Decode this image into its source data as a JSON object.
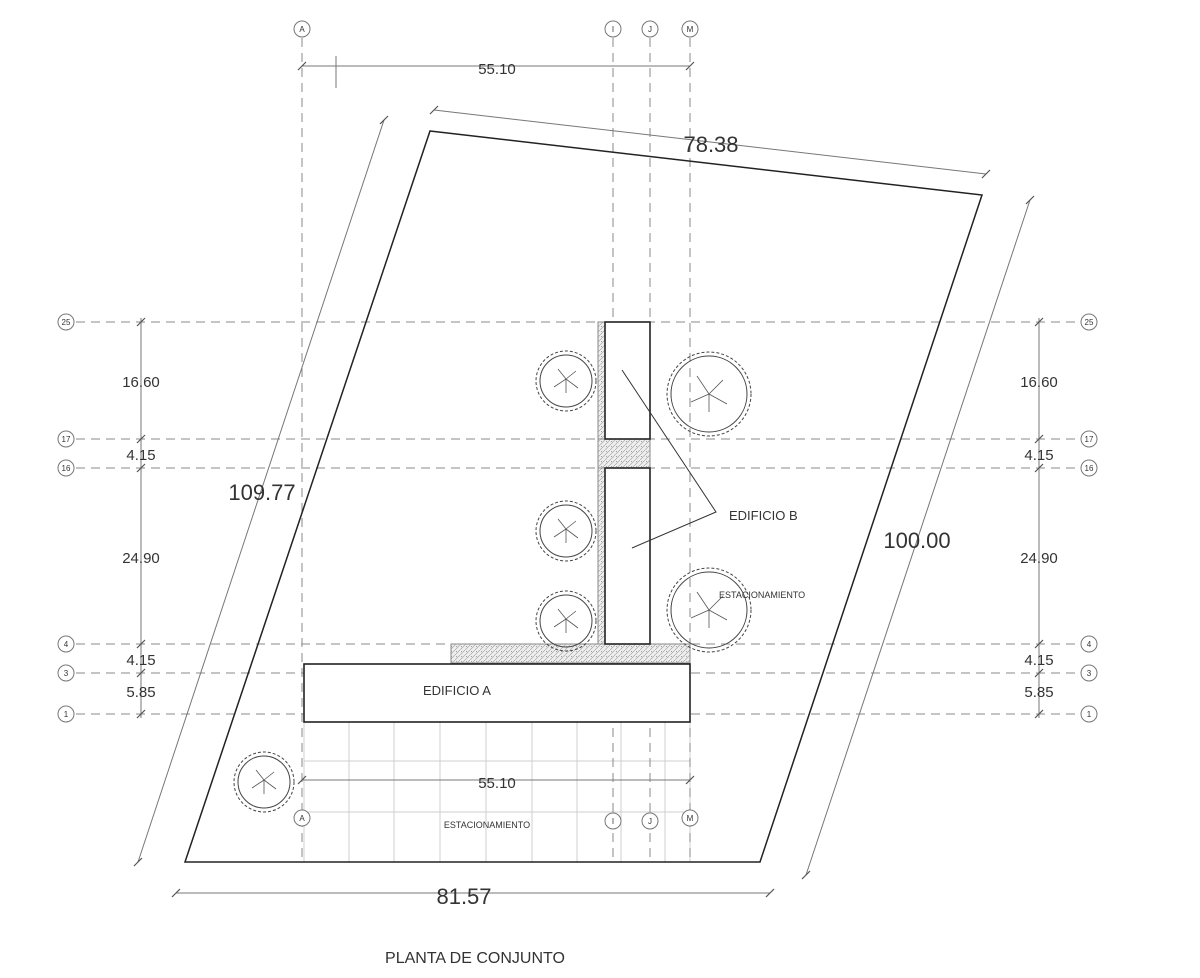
{
  "title": "PLANTA DE CONJUNTO",
  "buildings": {
    "a_label": "EDIFICIO A",
    "b_label": "EDIFICIO B"
  },
  "parking": {
    "label_right": "ESTACIONAMIENTO",
    "label_bottom": "ESTACIONAMIENTO"
  },
  "site_dimensions": {
    "top": "78.38",
    "bottom": "81.57",
    "left": "109.77",
    "right": "100.00"
  },
  "column_dimensions": {
    "top": "55.10",
    "bottom": "55.10"
  },
  "grid_columns": [
    "A",
    "I",
    "J",
    "M"
  ],
  "grid_rows": [
    "25",
    "17",
    "16",
    "4",
    "3",
    "1"
  ],
  "row_dimensions": {
    "left": [
      "16.60",
      "4.15",
      "24.90",
      "4.15",
      "5.85"
    ],
    "right": [
      "16.60",
      "4.15",
      "24.90",
      "4.15",
      "5.85"
    ]
  }
}
